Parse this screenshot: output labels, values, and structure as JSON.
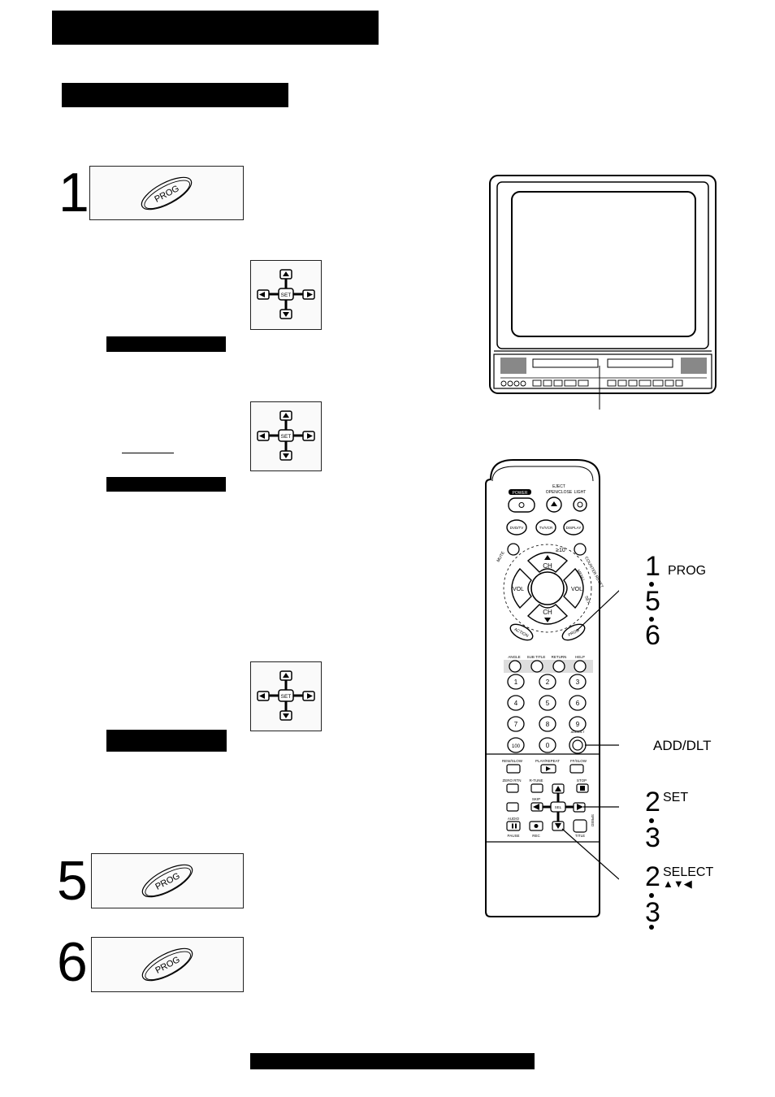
{
  "steps": [
    {
      "number": "1",
      "key_label": "PROG"
    },
    {
      "number": "5",
      "key_label": "PROG"
    },
    {
      "number": "6",
      "key_label": "PROG"
    }
  ],
  "dpad": {
    "center_label": "SET"
  },
  "remote": {
    "labels": {
      "power": "POWER",
      "eject": "EJECT",
      "open_close": "OPEN/CLOSE",
      "light": "LIGHT",
      "dvd_tv": "DVD/TV",
      "tv_vcr": "TV/VCR",
      "display": "DISPLAY",
      "ge10": "≥10",
      "mute": "MUTE",
      "counter_reset": "COUNTER RESET",
      "menu": "MENU",
      "set": "SET",
      "ch": "CH",
      "vol": "VOL",
      "action": "ACTION",
      "prog": "PROG",
      "angle": "ANGLE",
      "sub_title": "SUB TITLE",
      "return": "RETURN",
      "help": "HELP",
      "add_dlt": "ADD/DLT",
      "rew_slow": "REW/SLOW",
      "play_repeat": "PLAY/REPEAT",
      "ff_slow": "FF/SLOW",
      "zero_rtn": "ZERO RTN",
      "r_tune": "R-TUNE",
      "stop": "STOP",
      "skip": "SKIP",
      "audio": "AUDIO",
      "pause": "PAUSE",
      "rec": "REC",
      "title": "TITLE",
      "speed": "SPEED",
      "sel": "SEL"
    },
    "digits": [
      "1",
      "2",
      "3",
      "4",
      "5",
      "6",
      "7",
      "8",
      "9",
      "100",
      "0"
    ]
  },
  "callouts": {
    "prog_step": "1",
    "prog_label": "PROG",
    "prog_step2": "5",
    "prog_step3": "6",
    "add_dlt": "ADD/DLT",
    "set_step": "2",
    "set_label": "SET",
    "set_step2": "3",
    "select_step": "2",
    "select_label": "SELECT",
    "select_arrows": "▲▼◀",
    "select_step2": "3"
  }
}
